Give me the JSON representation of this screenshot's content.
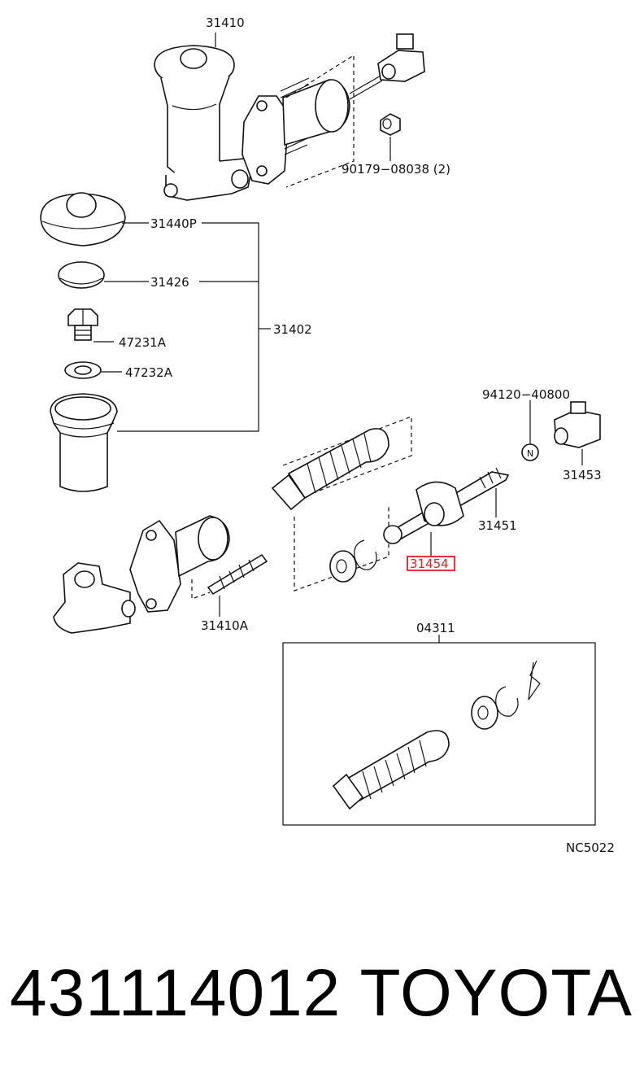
{
  "callouts": {
    "c31410": "31410",
    "c90179": "90179−08038 (2)",
    "c31440p": "31440P",
    "c31426": "31426",
    "c31402": "31402",
    "c47231a": "47231A",
    "c47232a": "47232A",
    "c94120": "94120−40800",
    "c31453": "31453",
    "c31451": "31451",
    "c31454": "31454",
    "c31410a": "31410A",
    "c04311": "04311",
    "nut_marker": "N",
    "code": "NC5022"
  },
  "highlight_color": "#e0211f",
  "footer": {
    "part_number": "431114012",
    "brand": "TOYOTA"
  }
}
